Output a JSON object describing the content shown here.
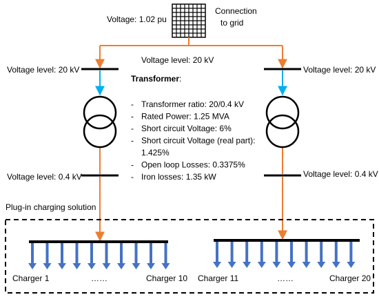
{
  "grid": {
    "voltage_label": "Voltage: 1.02 pu",
    "connection_line1": "Connection",
    "connection_line2": "to grid"
  },
  "top_voltage_label": "Voltage level: 20 kV",
  "left_branch": {
    "hv_label": "Voltage level: 20 kV",
    "lv_label": "Voltage level: 0.4 kV"
  },
  "right_branch": {
    "hv_label": "Voltage level: 20 kV",
    "lv_label": "Voltage level: 0.4 kV"
  },
  "transformer": {
    "heading": "Transformer",
    "specs": [
      "Transformer ratio: 20/0.4 kV",
      "Rated Power: 1.25 MVA",
      "Short circuit Voltage: 6%",
      " Short circuit Voltage (real part):",
      "1.425%",
      "Open loop Losses: 0.3375%",
      "Iron losses: 1.35 kW"
    ]
  },
  "charging_label": "Plug-in charging solution",
  "chargers": {
    "left_first": "Charger 1",
    "left_ellipsis": "……",
    "left_last": "Charger 10",
    "right_first": "Charger 11",
    "right_ellipsis": "……",
    "right_last": "Charger 20",
    "left_count": 10,
    "right_count": 10
  },
  "colors": {
    "feeder_line": "#ED7D31",
    "hv_link": "#00B0F0",
    "charger_arrow": "#4472C4",
    "bus": "#000000"
  }
}
